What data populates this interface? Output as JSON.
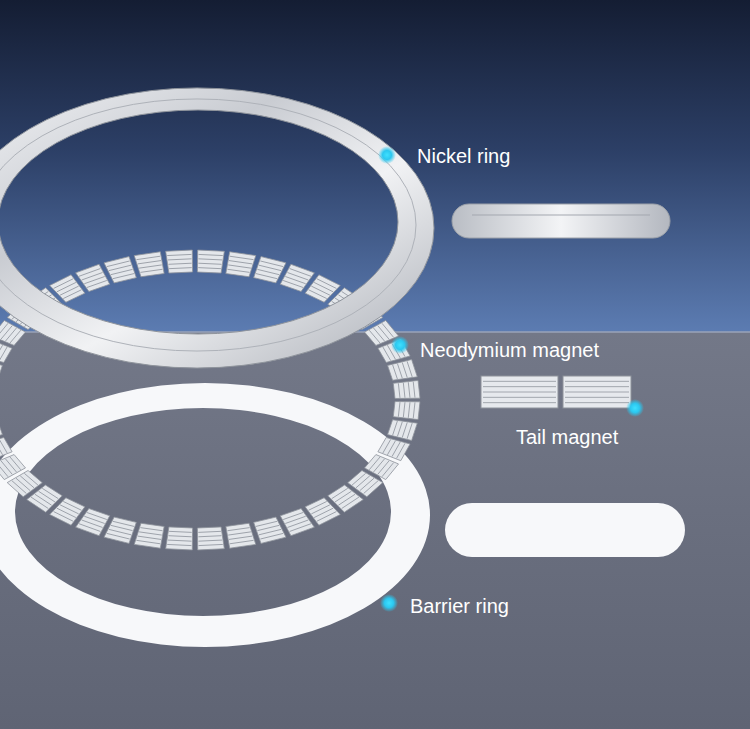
{
  "diagram": {
    "labels": [
      "Nickel ring",
      "Neodymium magnet",
      "Tail magnet",
      "Barrier ring"
    ]
  }
}
